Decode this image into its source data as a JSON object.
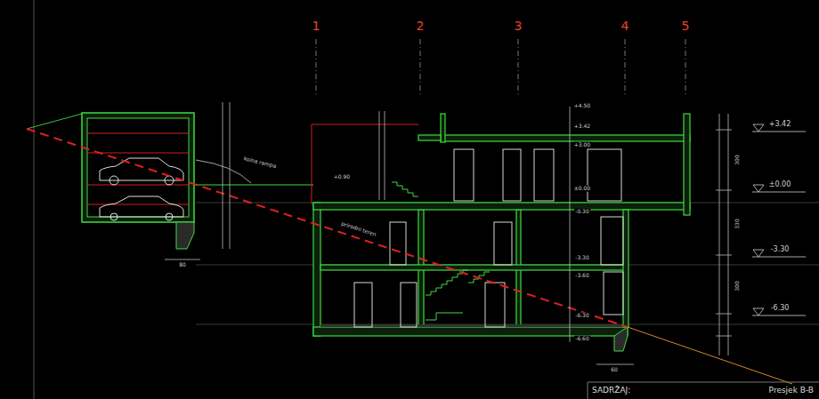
{
  "diagram": {
    "nodes": [
      {
        "text": [
          "SADRŽAJ:",
          "Presjek B-B"
        ]
      }
    ],
    "labels": [
      "1",
      "2",
      "3",
      "4",
      "5",
      "+3.42",
      "±0.00",
      "-3.30",
      "-6.30",
      "+4.50",
      "+3.42",
      "+3.00",
      "±0.00",
      "-0.30",
      "-3.30",
      "-3.60",
      "-6.30",
      "-6.60",
      "+0.90",
      "kolna rampa",
      "prirodni teren",
      "300",
      "330",
      "300",
      "80",
      "60"
    ]
  }
}
